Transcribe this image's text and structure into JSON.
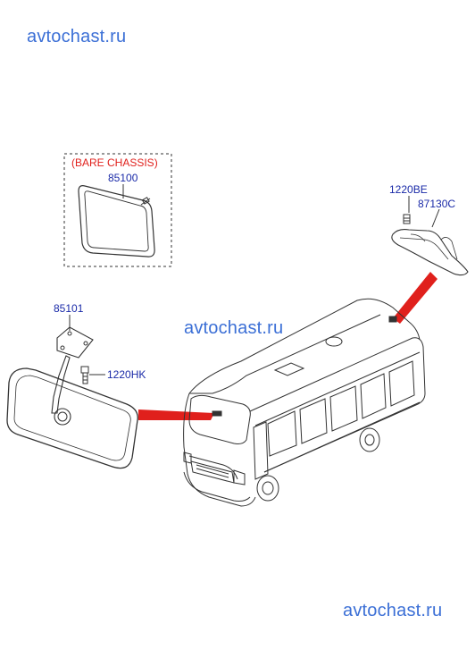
{
  "watermarks": [
    "avtochast.ru",
    "avtochast.ru",
    "avtochast.ru"
  ],
  "labels": {
    "bare_chassis": "(BARE CHASSIS)",
    "part_85100": "85100",
    "part_1220BE": "1220BE",
    "part_87130C": "87130C",
    "part_85101": "85101",
    "part_1220HK": "1220HK"
  },
  "colors": {
    "label_blue": "#1a2aa8",
    "label_red": "#e0201c",
    "watermark": "#3b6fd6",
    "line": "#333333",
    "pointer_red": "#e0201c"
  }
}
